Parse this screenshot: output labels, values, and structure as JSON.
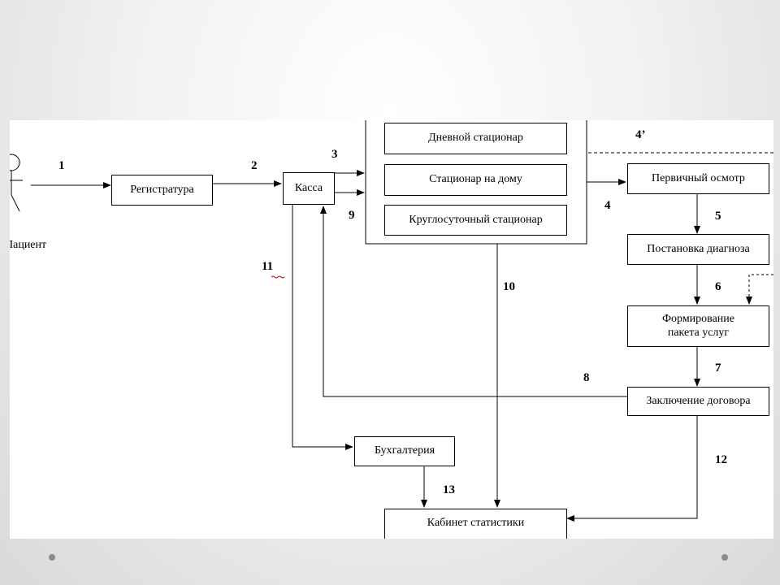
{
  "diagram": {
    "actor": {
      "label": "Пациент"
    },
    "nodes": {
      "registratura": "Регистратура",
      "kassa": "Касса",
      "dnevnoy": "Дневной стационар",
      "na_domu": "Стационар на дому",
      "kruglosutochny": "Круглосуточный стационар",
      "pervichny": "Первичный осмотр",
      "postanovka": "Постановка диагноза",
      "formirovanie": "Формирование\nпакета услуг",
      "zaklyuchenie": "Заключение договора",
      "buhgalteriya": "Бухгалтерия",
      "kabinet": "Кабинет статистики"
    },
    "edge_labels": {
      "e1": "1",
      "e2": "2",
      "e3": "3",
      "e4": "4",
      "e4p": "4’",
      "e5": "5",
      "e6": "6",
      "e7": "7",
      "e8": "8",
      "e9": "9",
      "e10": "10",
      "e11": "11",
      "e12": "12",
      "e13": "13"
    }
  },
  "colors": {
    "line": "#000000",
    "background": "#ffffff",
    "slide_background": "#e6e6e6",
    "dot": "#8a8a8a",
    "spell_underline": "#cc0000"
  }
}
